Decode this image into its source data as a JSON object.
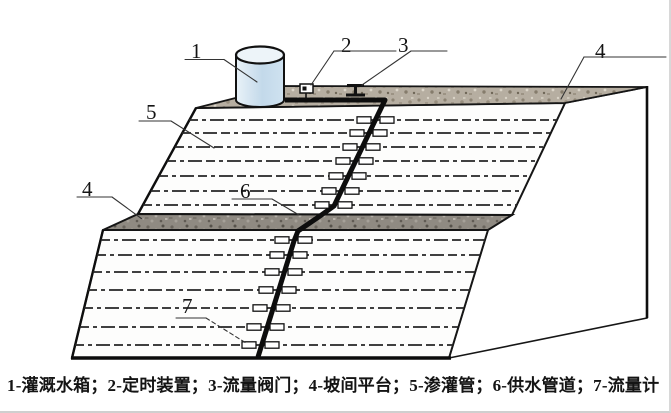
{
  "figure": {
    "type": "engineering-diagram",
    "subject": "slope seepage irrigation system",
    "caption": "1-灌溉水箱；2-定时装置；3-流量阀门；4-坡间平台；5-渗灌管；6-供水管道；7-流量计",
    "legend": [
      {
        "num": "1",
        "label": "灌溉水箱"
      },
      {
        "num": "2",
        "label": "定时装置"
      },
      {
        "num": "3",
        "label": "流量阀门"
      },
      {
        "num": "4",
        "label": "坡间平台"
      },
      {
        "num": "5",
        "label": "渗灌管"
      },
      {
        "num": "6",
        "label": "供水管道"
      },
      {
        "num": "7",
        "label": "流量计"
      }
    ],
    "callouts": {
      "c1": "1",
      "c2": "2",
      "c3": "3",
      "c4_top": "4",
      "c4_left": "4",
      "c5": "5",
      "c6": "6",
      "c7": "7"
    },
    "colors": {
      "background": "#ffffff",
      "line": "#161616",
      "tank_fill": "#c9dcec",
      "tank_top": "#edf4f9",
      "gravel_base": "#b6aea1",
      "berm_base": "#8f8a82"
    }
  }
}
